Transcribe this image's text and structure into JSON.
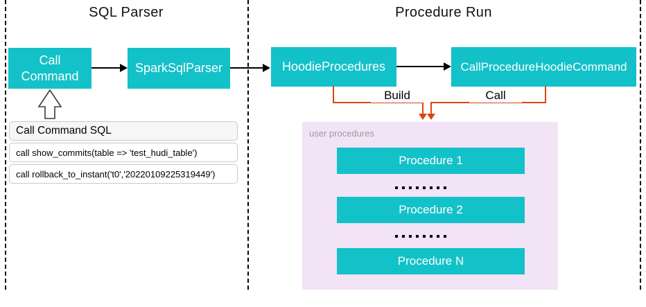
{
  "diagram": {
    "sections": [
      {
        "title": "SQL Parser"
      },
      {
        "title": "Procedure Run"
      }
    ],
    "nodes": {
      "call_command": "Call\nCommand",
      "spark_sql_parser": "SparkSqlParser",
      "hoodie_procedures": "HoodieProcedures",
      "call_procedure_hoodie_command": "CallProcedureHoodieCommand"
    },
    "edge_labels": {
      "build": "Build",
      "call": "Call"
    },
    "sql_box": {
      "title": "Call Command SQL",
      "statements": [
        "call show_commits(table => 'test_hudi_table')",
        "call rollback_to_instant('t0','20220109225319449')"
      ]
    },
    "user_procedures": {
      "label": "user procedures",
      "procedures": [
        "Procedure 1",
        "Procedure 2",
        "Procedure N"
      ],
      "ellipsis_dot_count": 8
    },
    "colors": {
      "node_fill": "#13c1c9",
      "connector_orange": "#d6470f",
      "panel_pink": "#f3e3f6"
    }
  }
}
